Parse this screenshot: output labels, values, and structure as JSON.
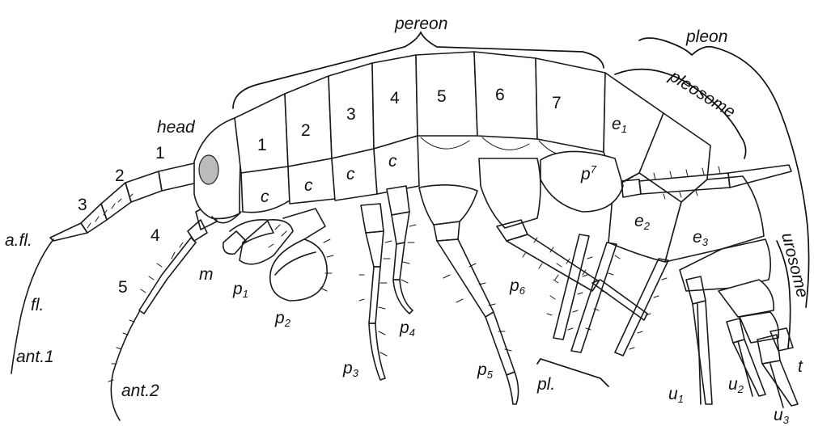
{
  "labels": {
    "pereon": "pereon",
    "pleon": "pleon",
    "pleosome": "pleosome",
    "urosome": "urosome",
    "head": "head",
    "seg1": "1",
    "seg2": "2",
    "seg3": "3",
    "seg4": "4",
    "seg5": "5",
    "seg6": "6",
    "seg7": "7",
    "c1": "c",
    "c2": "c",
    "c3": "c",
    "c4": "c",
    "e1": "e",
    "e1_sub": "1",
    "e2": "e",
    "e2_sub": "2",
    "e3": "e",
    "e3_sub": "3",
    "p7": "p",
    "p7_sub": "7",
    "ant_num1": "1",
    "ant_num2": "2",
    "ant_num3": "3",
    "ant_num4": "4",
    "ant_num5": "5",
    "afl": "a.fl.",
    "fl": "fl.",
    "ant1": "ant.1",
    "ant2": "ant.2",
    "m": "m",
    "p1": "p",
    "p1_sub": "1",
    "p2": "p",
    "p2_sub": "2",
    "p3": "p",
    "p3_sub": "3",
    "p4": "p",
    "p4_sub": "4",
    "p5": "p",
    "p5_sub": "5",
    "p6": "p",
    "p6_sub": "6",
    "pl": "pl.",
    "u1": "u",
    "u1_sub": "1",
    "u2": "u",
    "u2_sub": "2",
    "u3": "u",
    "u3_sub": "3",
    "t": "t"
  },
  "colors": {
    "ink": "#1a1a1a",
    "paper": "#ffffff"
  }
}
